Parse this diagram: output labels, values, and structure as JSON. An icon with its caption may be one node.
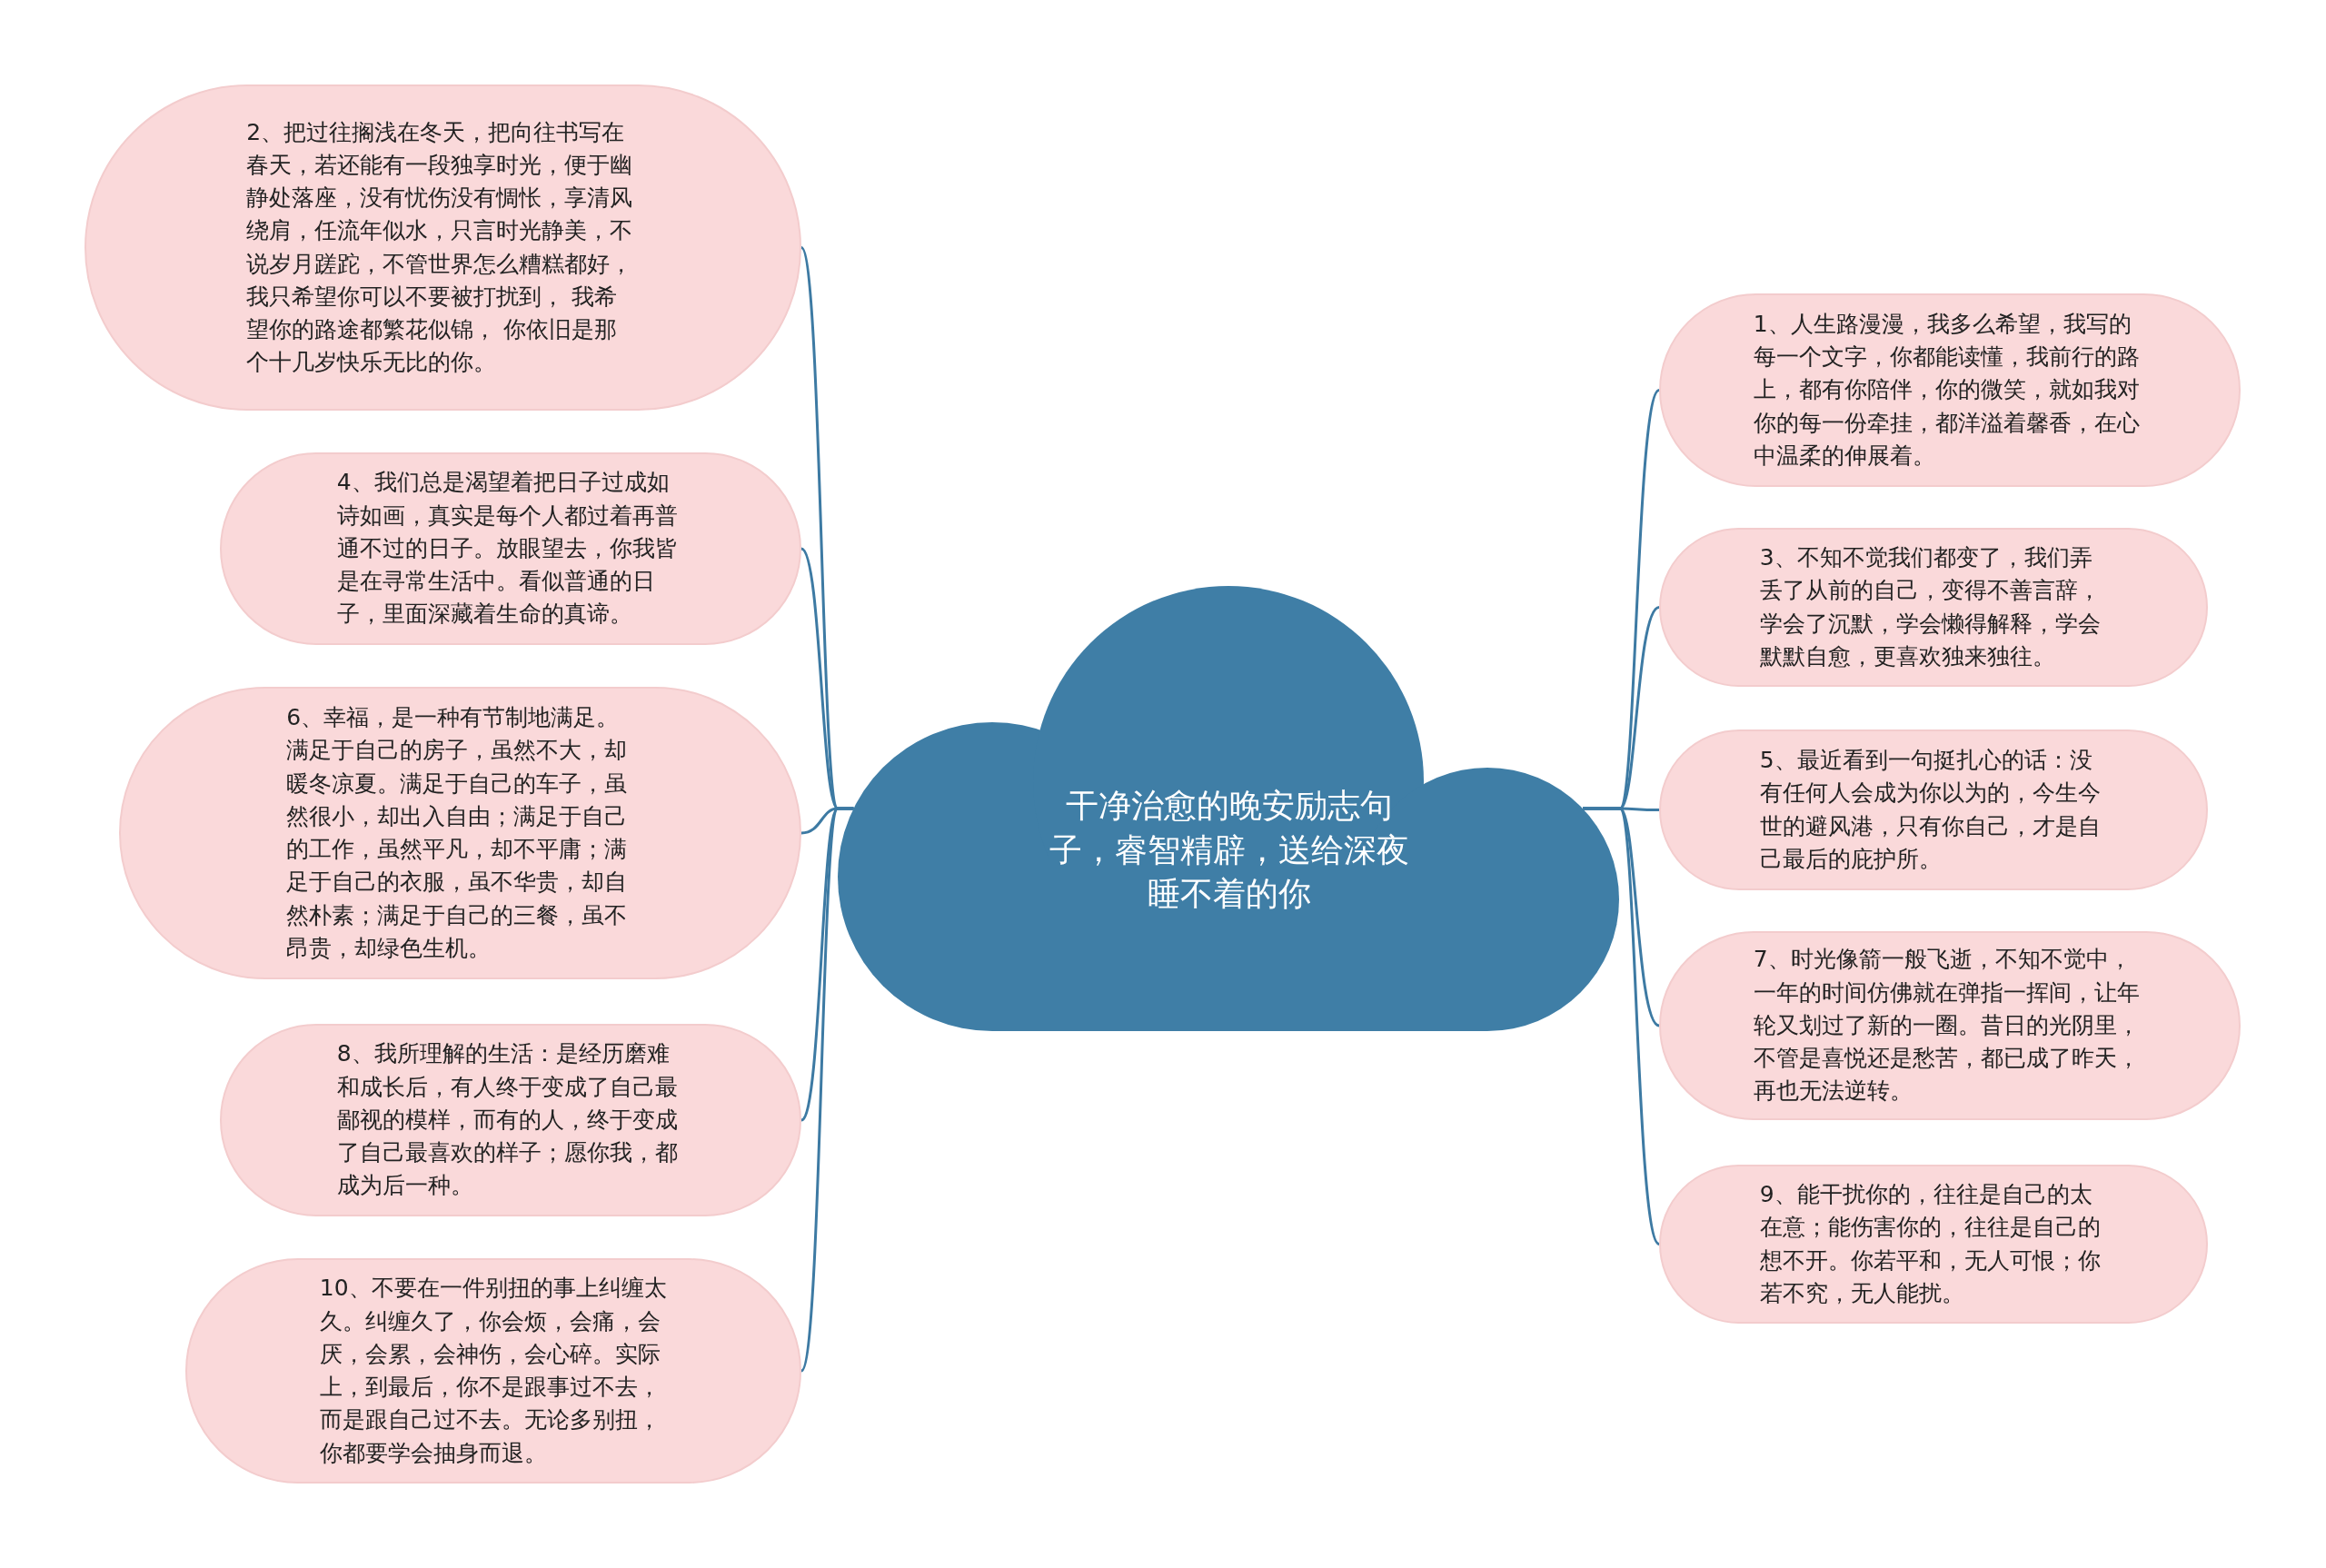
{
  "diagram": {
    "nodes": [
      {
        "text": [
          "干净治愈的晚安励志句子，睿智精辟，送给深夜睡不着的你"
        ]
      },
      {
        "text": [
          "2、把过往搁浅在冬天，把向往书写在春天，若还能有一段独享时光，便于幽静处落座，没有忧伤没有惆怅，享清风绕肩，任流年似水，只言时光静美，不说岁月蹉跎，不管世界怎么糟糕都好，我只希望你可以不要被打扰到， 我希望你的路途都繁花似锦， 你依旧是那个十几岁快乐无比的你。"
        ]
      },
      {
        "text": [
          "4、我们总是渴望着把日子过成如诗如画，真实是每个人都过着再普通不过的日子。放眼望去，你我皆是在寻常生活中。看似普通的日子，里面深藏着生命的真谛。"
        ]
      },
      {
        "text": [
          "6、幸福，是一种有节制地满足。满足于自己的房子，虽然不大，却暖冬凉夏。满足于自己的车子，虽然很小，却出入自由；满足于自己的工作，虽然平凡，却不平庸；满足于自己的衣服，虽不华贵，却自然朴素；满足于自己的三餐，虽不昂贵，却绿色生机。"
        ]
      },
      {
        "text": [
          "8、我所理解的生活：是经历磨难和成长后，有人终于变成了自己最鄙视的模样，而有的人，终于变成了自己最喜欢的样子；愿你我，都成为后一种。"
        ]
      },
      {
        "text": [
          "10、不要在一件别扭的事上纠缠太久。纠缠久了，你会烦，会痛，会厌，会累，会神伤，会心碎。实际上，到最后，你不是跟事过不去，而是跟自己过不去。无论多别扭，你都要学会抽身而退。"
        ]
      },
      {
        "text": [
          "1、人生路漫漫，我多么希望，我写的每一个文字，你都能读懂，我前行的路上，都有你陪伴，你的微笑，就如我对你的每一份牵挂，都洋溢着馨香，在心中温柔的伸展着。"
        ]
      },
      {
        "text": [
          "3、不知不觉我们都变了，我们弄丢了从前的自己，变得不善言辞，学会了沉默，学会懒得解释，学会默默自愈，更喜欢独来独往。"
        ]
      },
      {
        "text": [
          "5、最近看到一句挺扎心的话：没有任何人会成为你以为的，今生今世的避风港，只有你自己，才是自己最后的庇护所。"
        ]
      },
      {
        "text": [
          "7、时光像箭一般飞逝，不知不觉中，一年的时间仿佛就在弹指一挥间，让年轮又划过了新的一圈。昔日的光阴里，不管是喜悦还是愁苦，都已成了昨天，再也无法逆转。"
        ]
      },
      {
        "text": [
          "9、能干扰你的，往往是自己的太在意；能伤害你的，往往是自己的想不开。你若平和，无人可恨；你若不究，无人能扰。"
        ]
      }
    ],
    "edges": [
      {
        "from": 0,
        "to": 1,
        "arrow": "none"
      },
      {
        "from": 0,
        "to": 2,
        "arrow": "none"
      },
      {
        "from": 0,
        "to": 3,
        "arrow": "none"
      },
      {
        "from": 0,
        "to": 4,
        "arrow": "none"
      },
      {
        "from": 0,
        "to": 5,
        "arrow": "none"
      },
      {
        "from": 0,
        "to": 6,
        "arrow": "none"
      },
      {
        "from": 0,
        "to": 7,
        "arrow": "none"
      },
      {
        "from": 0,
        "to": 8,
        "arrow": "none"
      },
      {
        "from": 0,
        "to": 9,
        "arrow": "none"
      },
      {
        "from": 0,
        "to": 10,
        "arrow": "none"
      }
    ]
  }
}
